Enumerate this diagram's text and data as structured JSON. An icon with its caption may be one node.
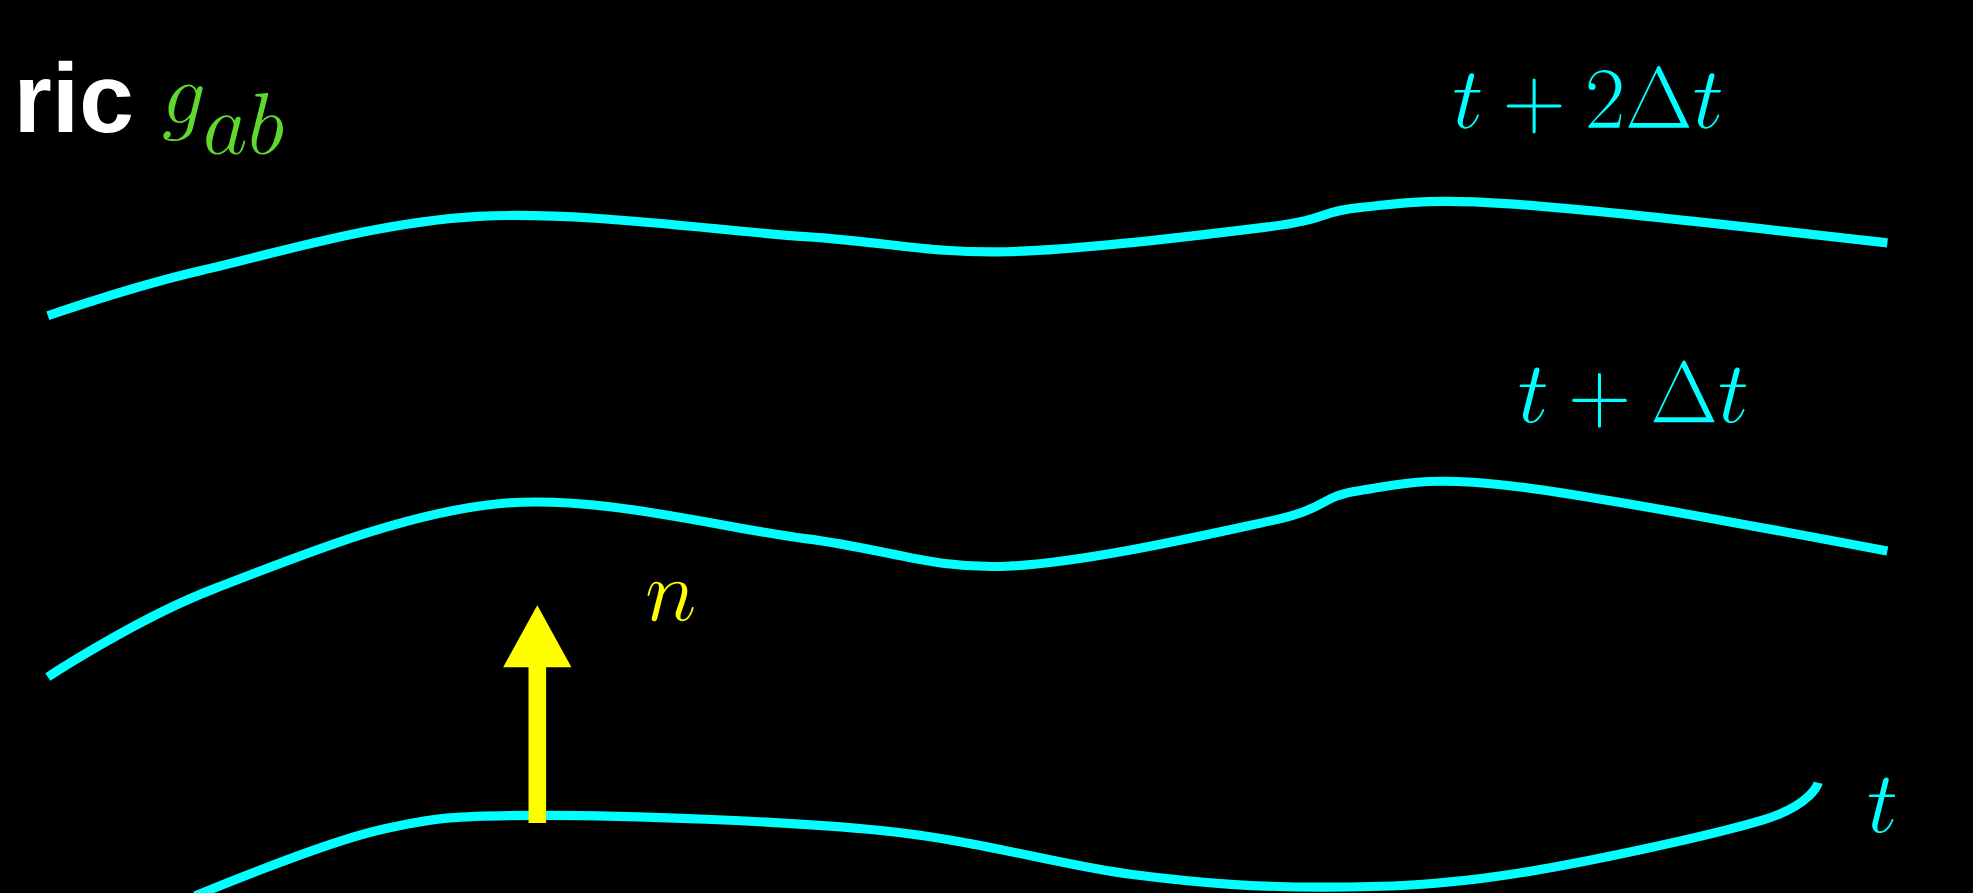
{
  "diagram": {
    "labels": [
      "ric",
      "g_{ab}",
      "t+2\\Delta t",
      "t+\\Delta t",
      "n",
      "t"
    ]
  }
}
